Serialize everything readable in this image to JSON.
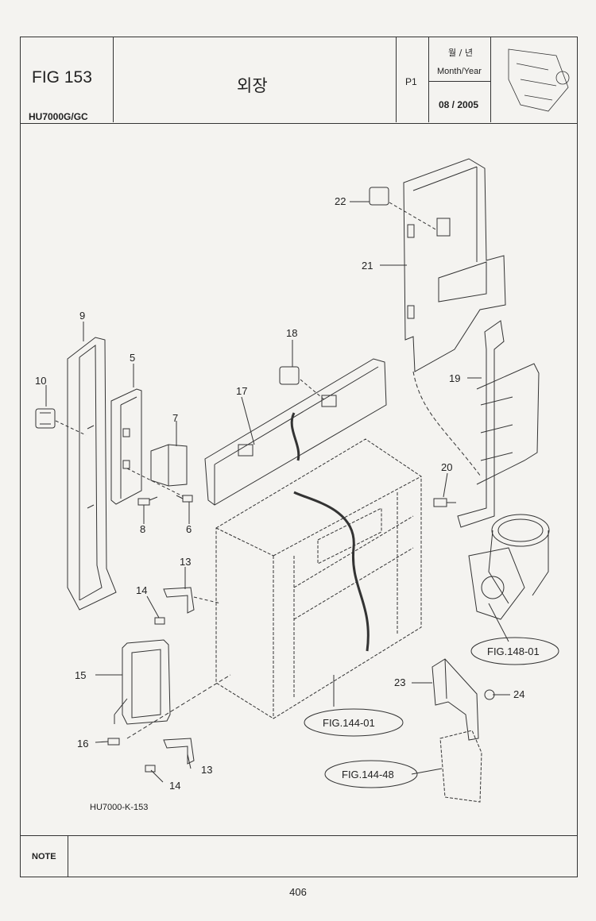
{
  "header": {
    "fig_number": "FIG 153",
    "model": "HU7000G/GC",
    "title": "외장",
    "page_id": "P1",
    "date_label_kr": "월 / 년",
    "date_label_en": "Month/Year",
    "date": "08 / 2005"
  },
  "drawing": {
    "part_labels": [
      "9",
      "5",
      "10",
      "7",
      "8",
      "6",
      "17",
      "18",
      "22",
      "21",
      "19",
      "20",
      "13",
      "14",
      "15",
      "16",
      "14",
      "13",
      "23",
      "24"
    ],
    "references": [
      "FIG.148-01",
      "FIG.144-01",
      "FIG.144-48"
    ],
    "code": "HU7000-K-153"
  },
  "footer": {
    "note_label": "NOTE",
    "page_number": "406"
  }
}
